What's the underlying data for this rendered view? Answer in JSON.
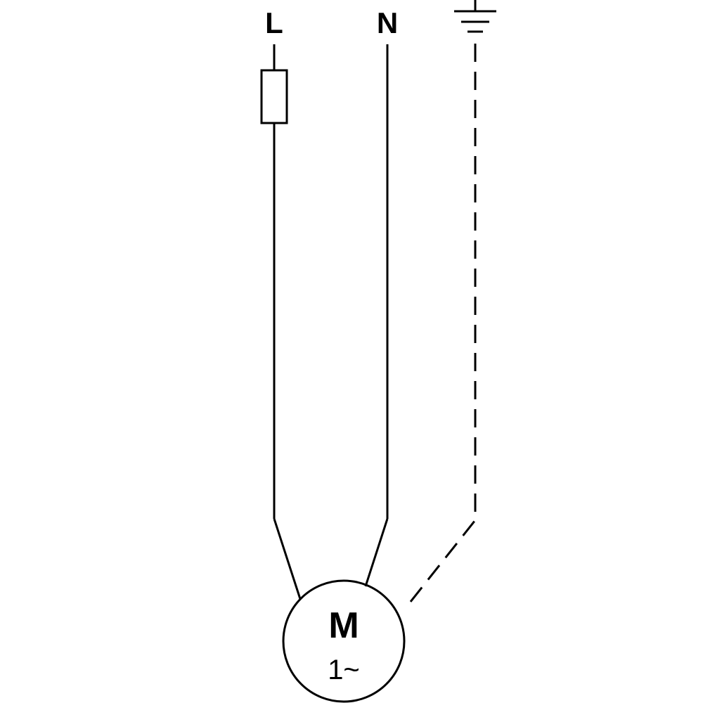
{
  "terminals": {
    "line_label": "L",
    "neutral_label": "N"
  },
  "motor": {
    "symbol_label": "M",
    "phase_label": "1~"
  },
  "icons": {
    "fuse": "fuse-icon",
    "ground": "ground-icon"
  },
  "colors": {
    "stroke": "#000000",
    "background": "#ffffff"
  }
}
